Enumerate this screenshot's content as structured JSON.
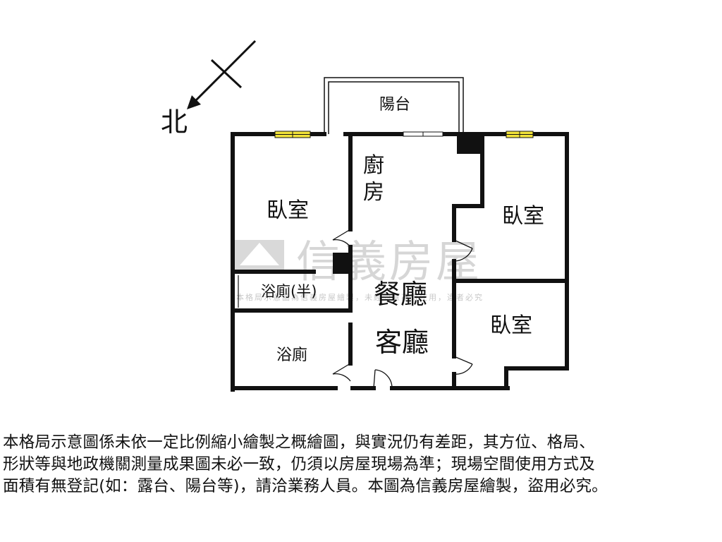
{
  "compass": {
    "label": "北",
    "icon": "north-arrow-icon"
  },
  "rooms": {
    "balcony": "陽台",
    "kitchen_line1": "廚",
    "kitchen_line2": "房",
    "bedroom_nw": "臥室",
    "bedroom_ne": "臥室",
    "bedroom_se": "臥室",
    "half_bath": "浴廁(半)",
    "bathroom": "浴廁",
    "dining": "餐廳",
    "living": "客廳"
  },
  "watermark": {
    "brand": "信義房屋",
    "fine_print": "本格局示意圖為信義房屋繪製，未經同意不得使用，違者必究",
    "logo_icon": "sinyi-logo-icon"
  },
  "disclaimer": {
    "line1": "本格局示意圖係未依一定比例縮小繪製之概繪圖，與實況仍有差距，其方位、格局、",
    "line2": "形狀等與地政機關測量成果圖未必一致，仍須以房屋現場為準；現場空間使用方式及",
    "line3": "面積有無登記(如：露台、陽台等)，請洽業務人員。本圖為信義房屋繪製，盜用必究。"
  },
  "colors": {
    "wall": "#111111",
    "window": "#f2e33a",
    "watermark": "#d9d9d9"
  }
}
